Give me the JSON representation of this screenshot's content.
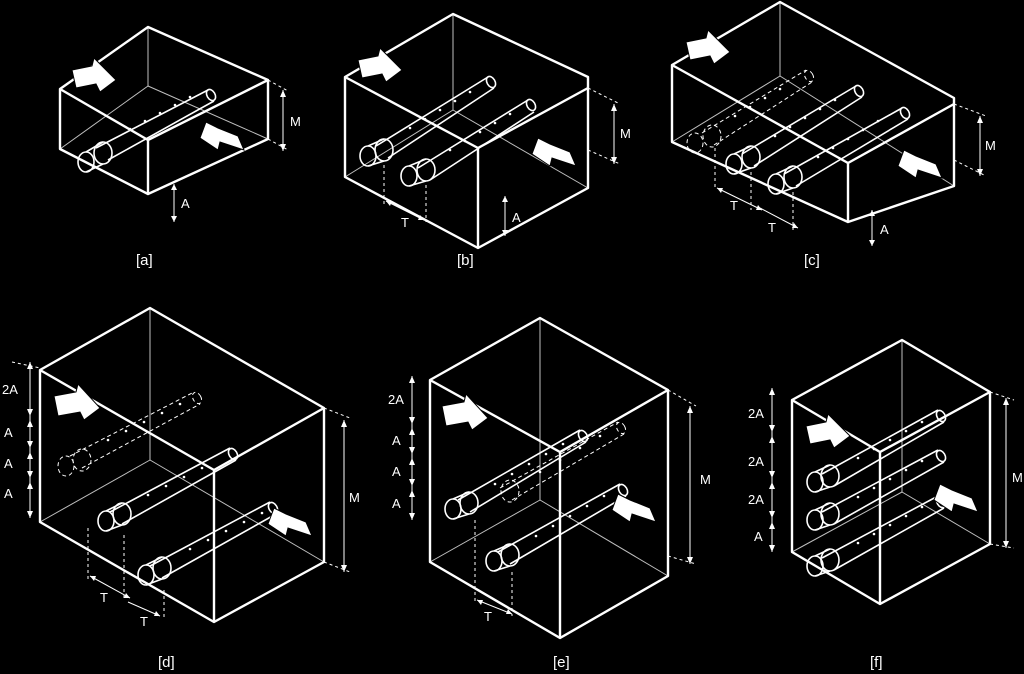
{
  "captions": [
    "[a]",
    "[b]",
    "[c]",
    "[d]",
    "[e]",
    "[f]"
  ],
  "labels": {
    "m": "M",
    "a": "A",
    "two_a": "2A",
    "t": "T"
  }
}
